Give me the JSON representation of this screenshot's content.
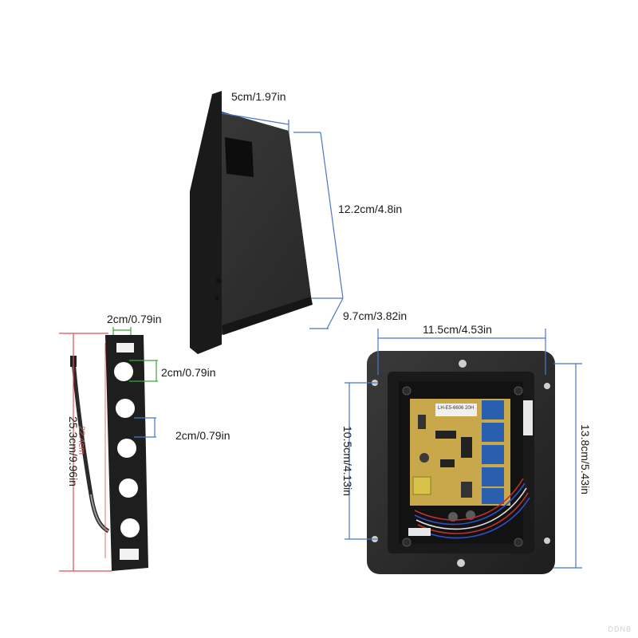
{
  "colors": {
    "blue_guide": "#4a78c8",
    "red_guide": "#e05050",
    "green_guide": "#3aa83a",
    "plastic": "#2a2a2a",
    "plastic_edge": "#3d3d3d",
    "pcb": "#c8a84a",
    "relay": "#2a5fb0"
  },
  "dimensions": {
    "box_depth": "5cm/1.97in",
    "box_height": "12.2cm/4.8in",
    "box_bottom": "9.7cm/3.82in",
    "panel_width": "2cm/0.79in",
    "hole_diameter": "2cm/0.79in",
    "hole_gap": "2cm/0.79in",
    "panel_length": "25.3cm/9.96in",
    "panel_inner": "22.4cm",
    "enclosure_width": "11.5cm/4.53in",
    "enclosure_inner_height": "10.5cm/4.13in",
    "enclosure_height": "13.8cm/5.43in"
  },
  "pcb_label": "LH-E5-6606 20H",
  "watermark": "DDNB"
}
